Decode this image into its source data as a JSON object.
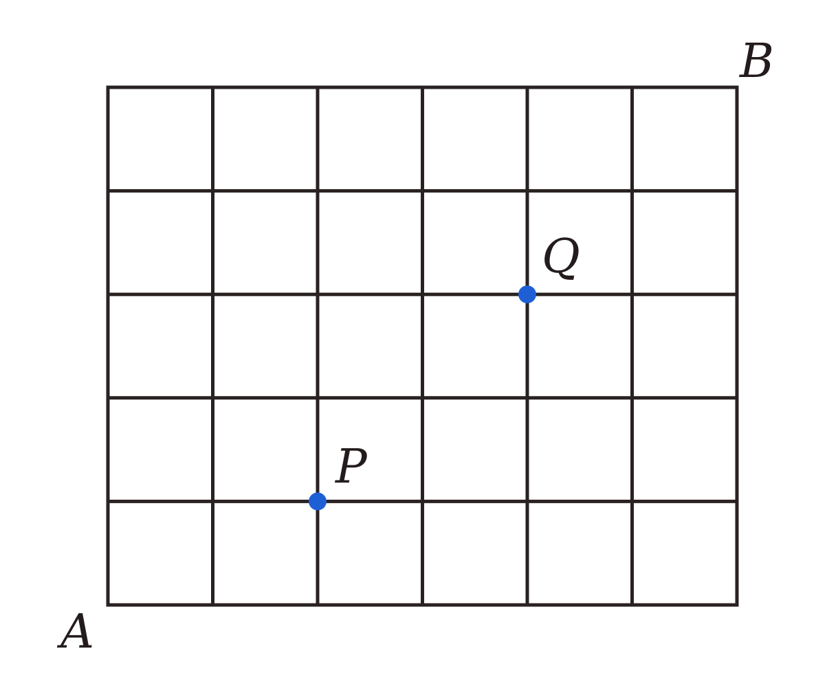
{
  "grid": {
    "columns": 6,
    "rows": 5
  },
  "labels": {
    "a": "A",
    "b": "B",
    "p": "P",
    "q": "Q"
  },
  "points": {
    "p": {
      "col": 2,
      "row": 1
    },
    "q": {
      "col": 4,
      "row": 3
    }
  },
  "colors": {
    "line": "#2a2222",
    "point": "#1e5fd6",
    "label": "#241c1c"
  }
}
